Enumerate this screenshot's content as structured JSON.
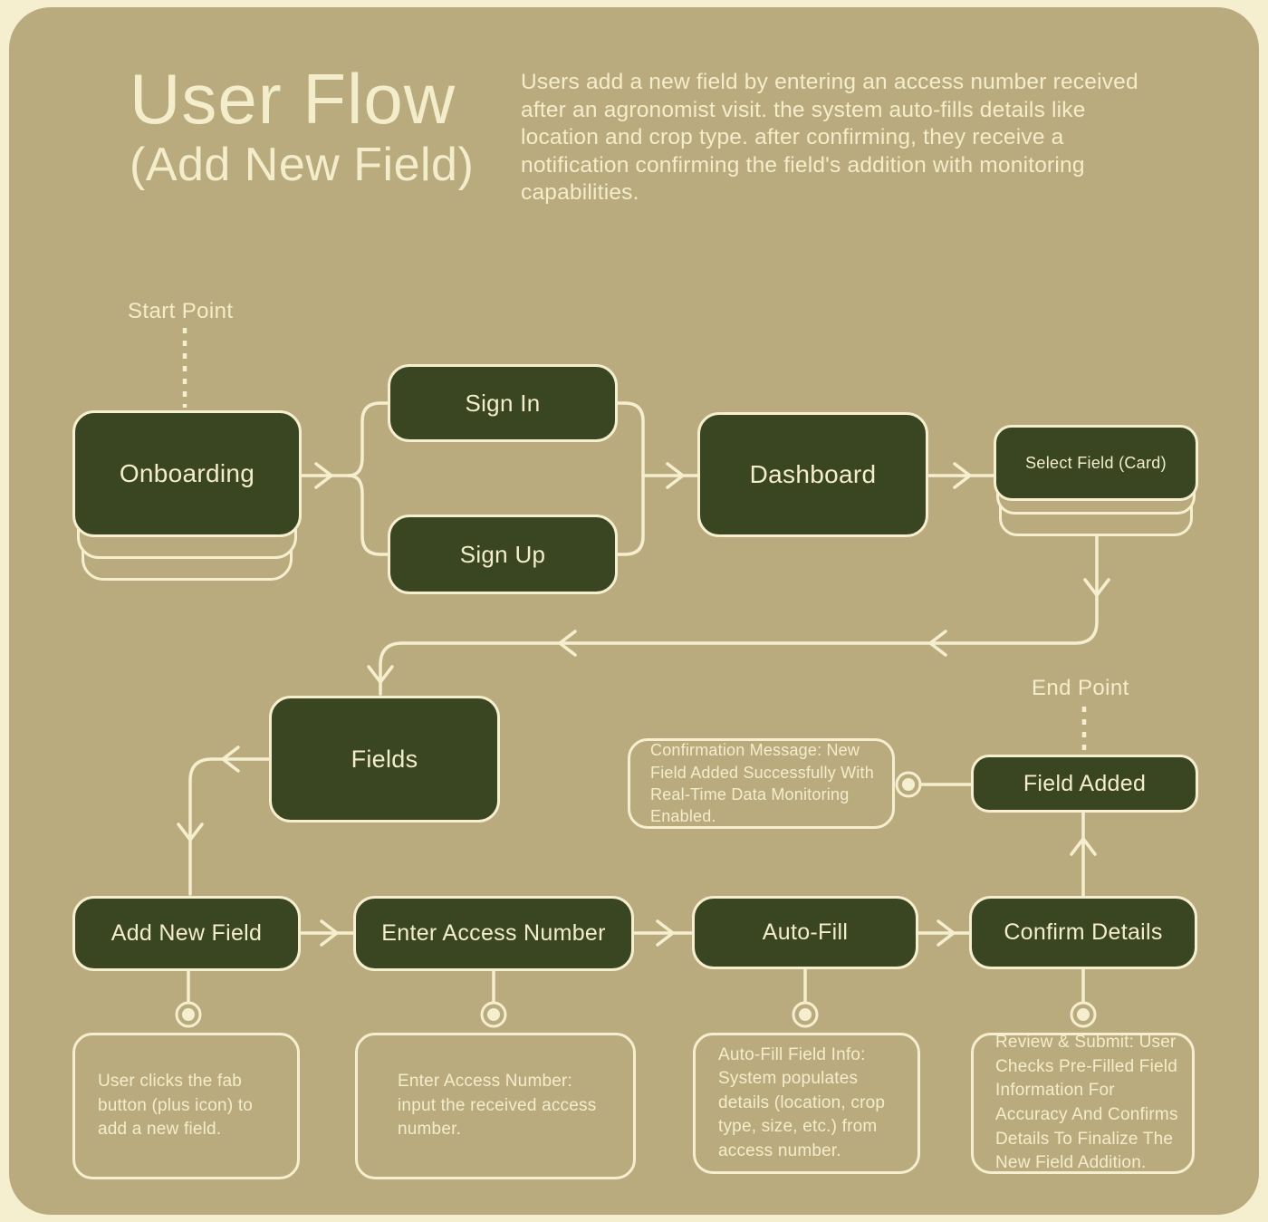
{
  "header": {
    "title": "User Flow",
    "subtitle": "(Add New Field)",
    "description": "Users add a new field by entering an access number received after an agronomist visit. the system auto-fills details like location and crop type. after confirming, they receive a notification confirming the field's addition with monitoring capabilities."
  },
  "labels": {
    "start_point": "Start Point",
    "end_point": "End Point"
  },
  "nodes": {
    "onboarding": "Onboarding",
    "sign_in": "Sign In",
    "sign_up": "Sign Up",
    "dashboard": "Dashboard",
    "select_field": "Select Field (Card)",
    "fields": "Fields",
    "add_new_field": "Add New Field",
    "enter_access_number": "Enter Access Number",
    "auto_fill": "Auto-Fill",
    "confirm_details": "Confirm Details",
    "field_added": "Field Added"
  },
  "annotations": {
    "confirmation": "Confirmation Message: New Field Added Successfully With Real-Time Data Monitoring Enabled.",
    "fab": "User clicks the fab button (plus icon) to add a new field.",
    "access": "Enter Access Number: input the received access number.",
    "autofill": "Auto-Fill Field Info: System populates details (location, crop type, size, etc.) from access number.",
    "review": "Review & Submit: User Checks Pre-Filled Field Information For Accuracy And Confirms Details To Finalize The New Field Addition."
  },
  "colors": {
    "cream": "#f6efcf",
    "cream-text": "#f4edcb",
    "tan": "#b9ab7e",
    "green": "#3a4522"
  }
}
